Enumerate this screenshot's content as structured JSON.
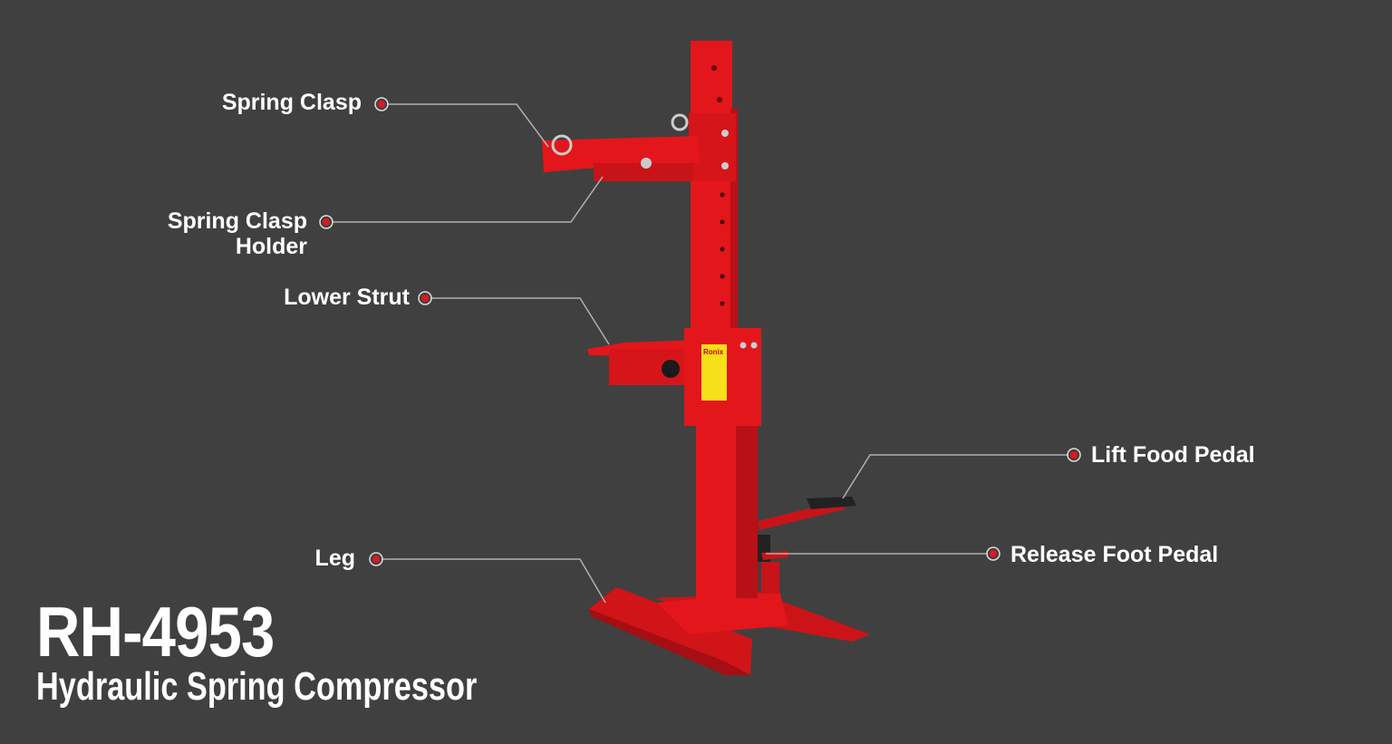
{
  "product": {
    "model": "RH-4953",
    "name": "Hydraulic Spring Compressor",
    "brand_on_sticker": "Ronix"
  },
  "callouts": [
    {
      "label": "Spring Clasp"
    },
    {
      "label": "Spring Clasp Holder"
    },
    {
      "label": "Lower Strut"
    },
    {
      "label": "Leg"
    },
    {
      "label": "Lift Food Pedal"
    },
    {
      "label": "Release Foot Pedal"
    }
  ],
  "colors": {
    "background": "#404040",
    "machine_red": "#e3161b",
    "dot_red": "#e0161f",
    "line": "#b0b0b0"
  }
}
